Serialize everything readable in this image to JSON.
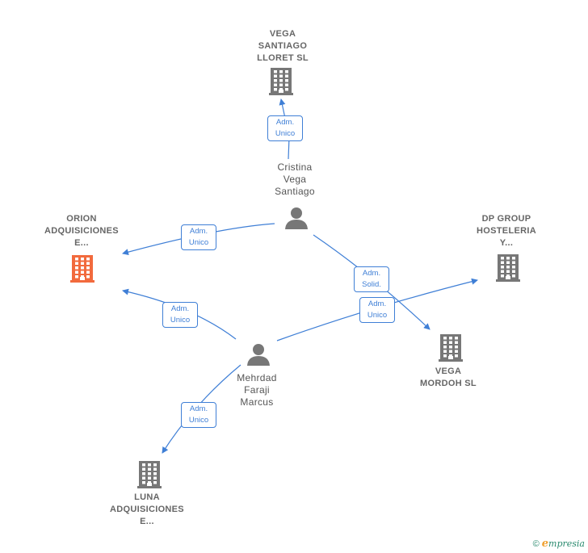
{
  "nodes": {
    "vega_santiago": {
      "label": "VEGA\nSANTIAGO\nLLORET  SL",
      "type": "company"
    },
    "orion": {
      "label": "ORION\nADQUISICIONES\nE...",
      "type": "company",
      "highlight": true
    },
    "dp_group": {
      "label": "DP GROUP\nHOSTELERIA\nY...",
      "type": "company"
    },
    "vega_mordoh": {
      "label": "VEGA\nMORDOH  SL",
      "type": "company"
    },
    "luna": {
      "label": "LUNA\nADQUISICIONES\nE...",
      "type": "company"
    },
    "cristina": {
      "label": "Cristina\nVega\nSantiago",
      "type": "person"
    },
    "mehrdad": {
      "label": "Mehrdad\nFaraji\nMarcus",
      "type": "person"
    }
  },
  "edges": [
    {
      "from": "cristina",
      "to": "vega_santiago",
      "label": "Adm.\nUnico"
    },
    {
      "from": "cristina",
      "to": "orion",
      "label": "Adm.\nUnico"
    },
    {
      "from": "cristina",
      "to": "vega_mordoh",
      "label": "Adm.\nSolid."
    },
    {
      "from": "mehrdad",
      "to": "orion",
      "label": "Adm.\nUnico"
    },
    {
      "from": "mehrdad",
      "to": "dp_group",
      "label": "Adm.\nUnico"
    },
    {
      "from": "mehrdad",
      "to": "luna",
      "label": "Adm.\nUnico"
    }
  ],
  "colors": {
    "edge": "#3f7fd6",
    "company": "#777777",
    "company_highlight": "#f26a3d",
    "person": "#777777"
  },
  "footer": {
    "copyright": "©",
    "brand_initial": "e",
    "brand_rest": "mpresia"
  }
}
